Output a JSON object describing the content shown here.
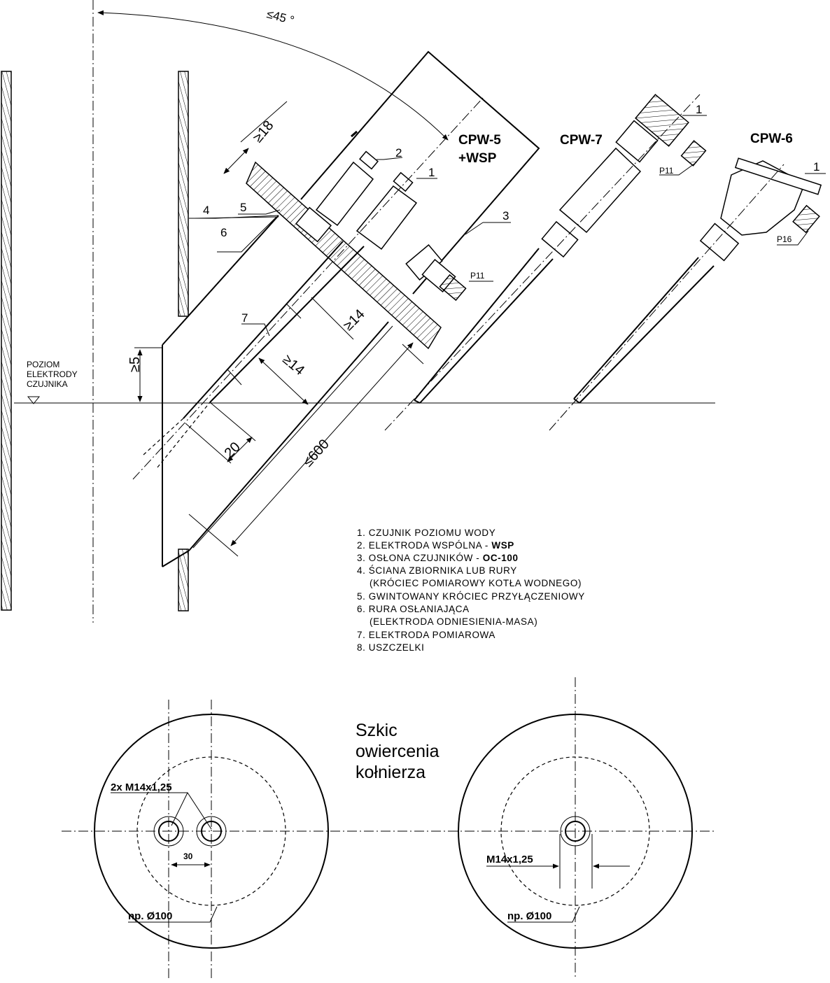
{
  "labels": {
    "angle": "≤45 °",
    "cpw5_line1": "CPW-5",
    "cpw5_line2": "+WSP",
    "cpw7": "CPW-7",
    "cpw6": "CPW-6",
    "level_line1": "POZIOM",
    "level_line2": "ELEKTRODY",
    "level_line3": "CZUJNIKA",
    "p11_a": "P11",
    "p11_b": "P11",
    "p16": "P16",
    "n1a": "1",
    "n1b": "1",
    "n1c": "1",
    "n2": "2",
    "n3": "3",
    "n4": "4",
    "n5": "5",
    "n6": "6",
    "n7": "7"
  },
  "dims": {
    "d18": "≥18",
    "d14a": "≥14",
    "d14b": "≥14",
    "d5": "≥5",
    "d20": "20",
    "d600": "≤600",
    "d30": "30",
    "thread2": "2x M14x1,25",
    "thread1": "M14x1,25",
    "dia_left": "np. Ø100",
    "dia_right": "np. Ø100"
  },
  "legend": {
    "l1": "1. CZUJNIK POZIOMU WODY",
    "l2a": "2. ELEKTRODA WSPÓLNA - ",
    "l2b": "WSP",
    "l3a": "3. OSŁONA CZUJNIKÓW - ",
    "l3b": "OC-100",
    "l4a": "4. ŚCIANA ZBIORNIKA LUB RURY",
    "l4b": "(KRÓCIEC POMIAROWY KOTŁA WODNEGO)",
    "l5": "5. GWINTOWANY KRÓCIEC PRZYŁĄCZENIOWY",
    "l6a": "6. RURA OSŁANIAJĄCA",
    "l6b": "(ELEKTRODA ODNIESIENIA-MASA)",
    "l7": "7. ELEKTRODA POMIAROWA",
    "l8": "8. USZCZELKI"
  },
  "sketch": {
    "line1": "Szkic",
    "line2": "owiercenia",
    "line3": "kołnierza"
  }
}
